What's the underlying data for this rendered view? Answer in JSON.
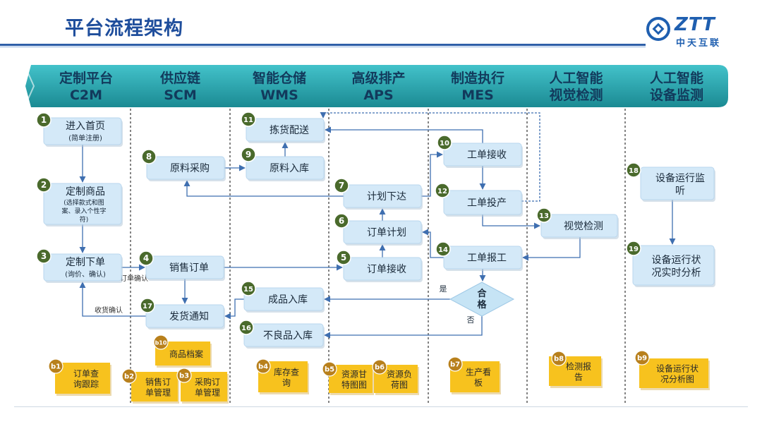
{
  "header": {
    "title": "平台流程架构",
    "logo_main": "ZTT",
    "logo_sub": "中天互联"
  },
  "lanes": [
    {
      "line1": "定制平台",
      "line2": "C2M"
    },
    {
      "line1": "供应链",
      "line2": "SCM"
    },
    {
      "line1": "智能仓储",
      "line2": "WMS"
    },
    {
      "line1": "高级排产",
      "line2": "APS"
    },
    {
      "line1": "制造执行",
      "line2": "MES"
    },
    {
      "line1": "人工智能",
      "line2": "视觉检测"
    },
    {
      "line1": "人工智能",
      "line2": "设备监测"
    }
  ],
  "steps": [
    {
      "num": "1",
      "lines": [
        "进入首页",
        "(简单注册)"
      ]
    },
    {
      "num": "2",
      "lines": [
        "定制商品",
        "(选择款式和图",
        "案、录入个性字",
        "符)"
      ]
    },
    {
      "num": "3",
      "lines": [
        "定制下单",
        "(询价、确认)"
      ]
    },
    {
      "num": "4",
      "lines": [
        "销售订单"
      ]
    },
    {
      "num": "5",
      "lines": [
        "订单接收"
      ]
    },
    {
      "num": "6",
      "lines": [
        "订单计划"
      ]
    },
    {
      "num": "7",
      "lines": [
        "计划下达"
      ]
    },
    {
      "num": "8",
      "lines": [
        "原料采购"
      ]
    },
    {
      "num": "9",
      "lines": [
        "原料入库"
      ]
    },
    {
      "num": "10",
      "lines": [
        "工单接收"
      ]
    },
    {
      "num": "11",
      "lines": [
        "拣货配送"
      ]
    },
    {
      "num": "12",
      "lines": [
        "工单投产"
      ]
    },
    {
      "num": "13",
      "lines": [
        "视觉检测"
      ]
    },
    {
      "num": "14",
      "lines": [
        "工单报工"
      ]
    },
    {
      "num": "15",
      "lines": [
        "成品入库"
      ]
    },
    {
      "num": "16",
      "lines": [
        "不良品入库"
      ]
    },
    {
      "num": "17",
      "lines": [
        "发货通知"
      ]
    },
    {
      "num": "18",
      "lines": [
        "设备运行监",
        "听"
      ]
    },
    {
      "num": "19",
      "lines": [
        "设备运行状",
        "况实时分析"
      ]
    }
  ],
  "decision": {
    "label": [
      "合",
      "格"
    ],
    "yes": "是",
    "no": "否"
  },
  "edge_labels": {
    "order_confirm": "订单确认",
    "receipt_confirm": "收货确认"
  },
  "notes": [
    {
      "id": "b1",
      "lines": [
        "订单查",
        "询跟踪"
      ]
    },
    {
      "id": "b2",
      "lines": [
        "销售订",
        "单管理"
      ]
    },
    {
      "id": "b3",
      "lines": [
        "采购订",
        "单管理"
      ]
    },
    {
      "id": "b10",
      "lines": [
        "商品档案"
      ]
    },
    {
      "id": "b4",
      "lines": [
        "库存查",
        "询"
      ]
    },
    {
      "id": "b5",
      "lines": [
        "资源甘",
        "特图图"
      ]
    },
    {
      "id": "b6",
      "lines": [
        "资源负",
        "荷图"
      ]
    },
    {
      "id": "b7",
      "lines": [
        "生产看",
        "板"
      ]
    },
    {
      "id": "b8",
      "lines": [
        "检测报",
        "告"
      ]
    },
    {
      "id": "b9",
      "lines": [
        "设备运行状",
        "况分析图"
      ]
    }
  ],
  "colors": {
    "lane_header_top": "#3ebcc4",
    "lane_header_bottom": "#1d8d96",
    "box_fill": "#d4e9f8",
    "step_circle": "#4a6a2c",
    "note_fill": "#f7c21e",
    "arrow": "#3f6fb0",
    "decision_fill": "#c6e4f5",
    "divider": "#333333"
  }
}
